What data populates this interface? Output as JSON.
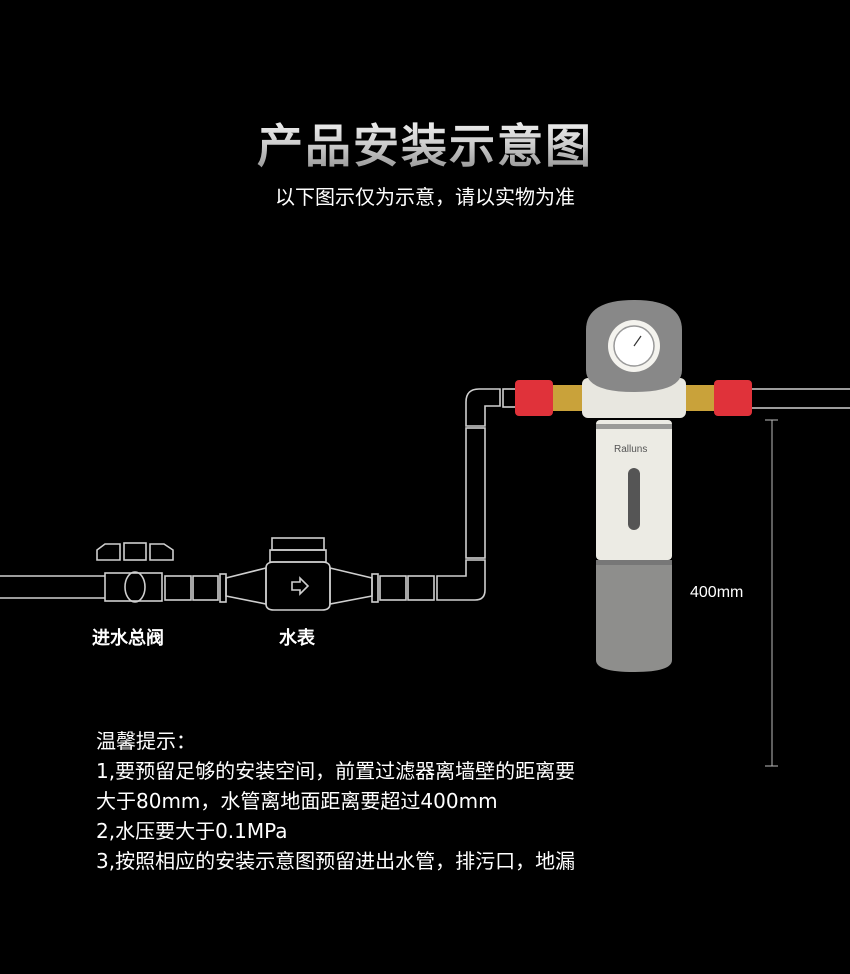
{
  "header": {
    "title": "产品安装示意图",
    "subtitle": "以下图示仅为示意，请以实物为准"
  },
  "diagram": {
    "valve_label": "进水总阀",
    "meter_label": "水表",
    "height_label": "400mm",
    "brand_logo": "Ralluns",
    "colors": {
      "background": "#000000",
      "pipe_outline": "#cfcfcf",
      "connector_red": "#e0323a",
      "brass": "#c9a23a",
      "body_white": "#ecebe4",
      "body_gray": "#8e8e8c"
    }
  },
  "notes": {
    "heading": "温馨提示：",
    "items": [
      "1,要预留足够的安装空间，前置过滤器离墙壁的距离要",
      "大于80mm，水管离地面距离要超过400mm",
      "2,水压要大于0.1MPa",
      "3,按照相应的安装示意图预留进出水管，排污口，地漏"
    ]
  }
}
